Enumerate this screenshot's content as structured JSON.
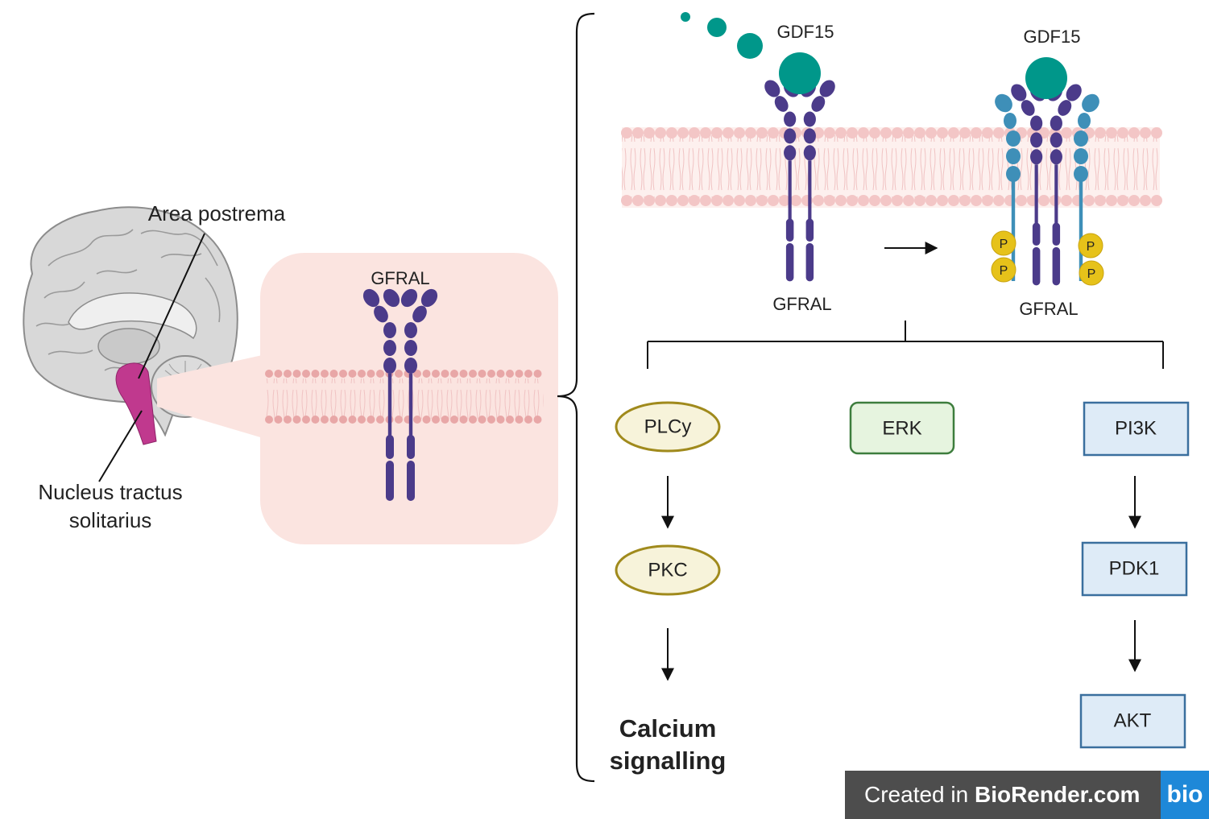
{
  "brain": {
    "label_area_postrema": "Area postrema",
    "label_nts_line1": "Nucleus tractus",
    "label_nts_line2": "solitarius"
  },
  "inset": {
    "receptor_label": "GFRAL"
  },
  "receptor_panel": {
    "ligand_label_left": "GDF15",
    "ligand_label_right": "GDF15",
    "receptor_label_left": "GFRAL",
    "receptor_label_right": "GFRAL",
    "phospho_label": "P"
  },
  "pathways": {
    "plcy": "PLCy",
    "pkc": "PKC",
    "erk": "ERK",
    "pi3k": "PI3K",
    "pdk1": "PDK1",
    "akt": "AKT",
    "outcome_line1": "Calcium",
    "outcome_line2": "signalling"
  },
  "watermark": {
    "prefix": "Created in ",
    "brand": "BioRender.com",
    "logo": "bio"
  },
  "colors": {
    "receptor": "#4b3b8a",
    "coreceptor": "#3e8fb8",
    "ligand": "#00978a",
    "phospho": "#e6c21a",
    "membrane_head": "#e8a7a7",
    "membrane_bg": "#fbe4e0",
    "brainstem": "#c0398e",
    "oval_fill": "#f7f3da",
    "oval_stroke": "#a08a1c",
    "erk_fill": "#e6f4df",
    "erk_stroke": "#3d7d3d",
    "box_fill": "#deebf7",
    "box_stroke": "#3a6f9e"
  }
}
